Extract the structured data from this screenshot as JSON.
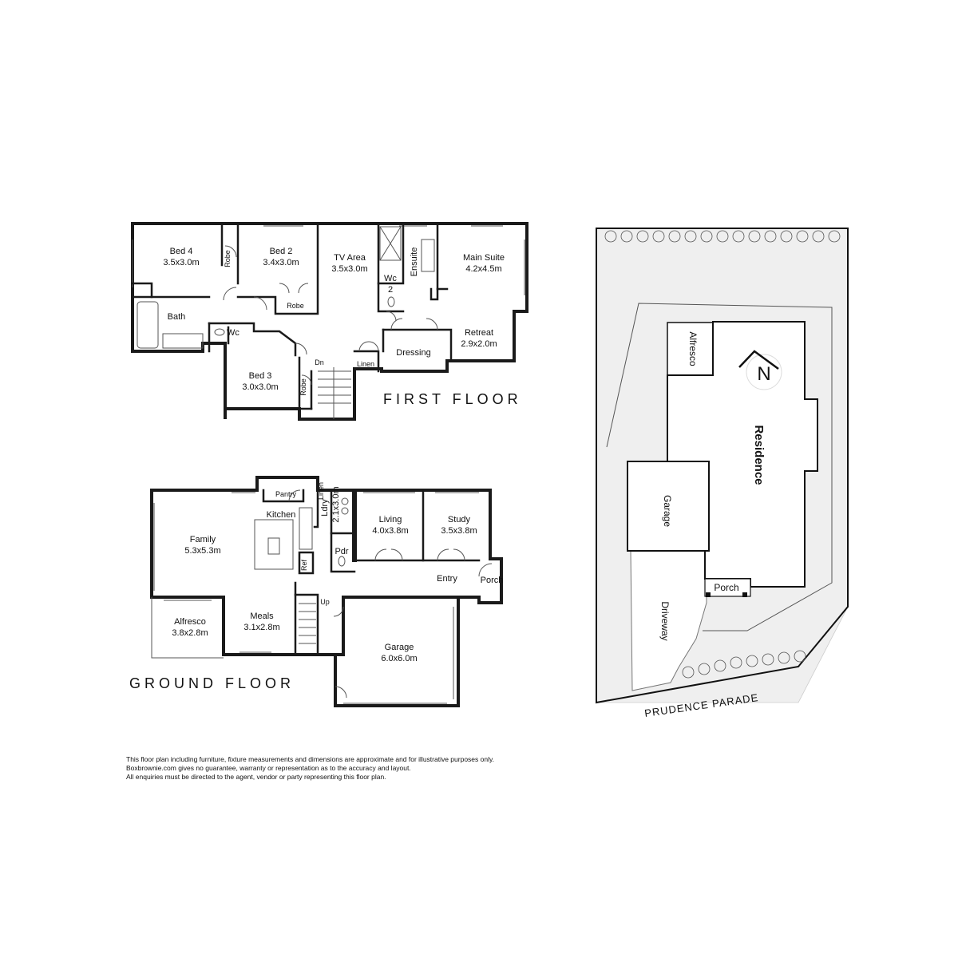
{
  "first_floor": {
    "heading": "FIRST FLOOR",
    "rooms": {
      "bed4_name": "Bed 4",
      "bed4_size": "3.5x3.0m",
      "bed2_name": "Bed 2",
      "bed2_size": "3.4x3.0m",
      "tv_name": "TV Area",
      "tv_size": "3.5x3.0m",
      "main_name": "Main Suite",
      "main_size": "4.2x4.5m",
      "retreat_name": "Retreat",
      "retreat_size": "2.9x2.0m",
      "bed3_name": "Bed 3",
      "bed3_size": "3.0x3.0m",
      "robe_a": "Robe",
      "robe_b": "Robe",
      "robe_c": "Robe",
      "bath": "Bath",
      "wc": "Wc",
      "wc2_a": "Wc",
      "wc2_b": "2",
      "ensuite": "Ensuite",
      "dressing": "Dressing",
      "linen": "Linen",
      "dn": "Dn"
    }
  },
  "ground_floor": {
    "heading": "GROUND FLOOR",
    "rooms": {
      "family_name": "Family",
      "family_size": "5.3x5.3m",
      "pantry": "Pantry",
      "kitchen": "Kitchen",
      "linen": "Linen",
      "ldry_name": "Ldry",
      "ldry_size": "2.1x3.0m",
      "living_name": "Living",
      "living_size": "4.0x3.8m",
      "study_name": "Study",
      "study_size": "3.5x3.8m",
      "pdr": "Pdr",
      "ref": "Ref",
      "entry": "Entry",
      "porch": "Porch",
      "alfresco_name": "Alfresco",
      "alfresco_size": "3.8x2.8m",
      "meals_name": "Meals",
      "meals_size": "3.1x2.8m",
      "up": "Up",
      "garage_name": "Garage",
      "garage_size": "6.0x6.0m"
    }
  },
  "site_plan": {
    "alfresco": "Alfresco",
    "residence": "Residence",
    "garage": "Garage",
    "porch": "Porch",
    "driveway": "Driveway",
    "north": "N",
    "street": "PRUDENCE PARADE"
  },
  "disclaimer": [
    "This floor plan including furniture, fixture measurements and dimensions are approximate and for illustrative purposes only.",
    "Boxbrownie.com gives no guarantee, warranty or representation as to the accuracy and layout.",
    "All enquiries must be directed to the agent, vendor or party representing this floor plan."
  ]
}
